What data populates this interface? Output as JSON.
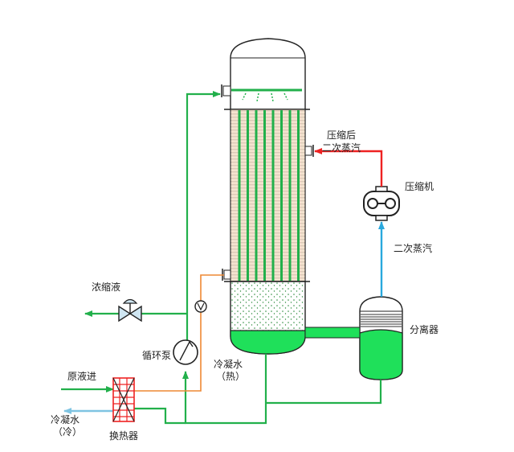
{
  "labels": {
    "compressed_vapor_line1": "压缩后",
    "compressed_vapor_line2": "二次蒸汽",
    "compressor": "压缩机",
    "secondary_vapor": "二次蒸汽",
    "concentrate": "浓缩液",
    "separator": "分离器",
    "circulation_pump": "循环泵",
    "condensate_hot_line1": "冷凝水",
    "condensate_hot_line2": "（热）",
    "feed_in": "原液进",
    "condensate_cold_line1": "冷凝水",
    "condensate_cold_line2": "（冷）",
    "heat_exchanger": "换热器"
  },
  "colors": {
    "process_green": "#22b04b",
    "liquid_green": "#1fe05a",
    "vapor_red": "#ee2222",
    "vapor_blue": "#29a8dd",
    "feed_orange": "#ee8833",
    "cold_water_blue": "#7fc4e2",
    "tube_fill": "#f3dfc9"
  }
}
